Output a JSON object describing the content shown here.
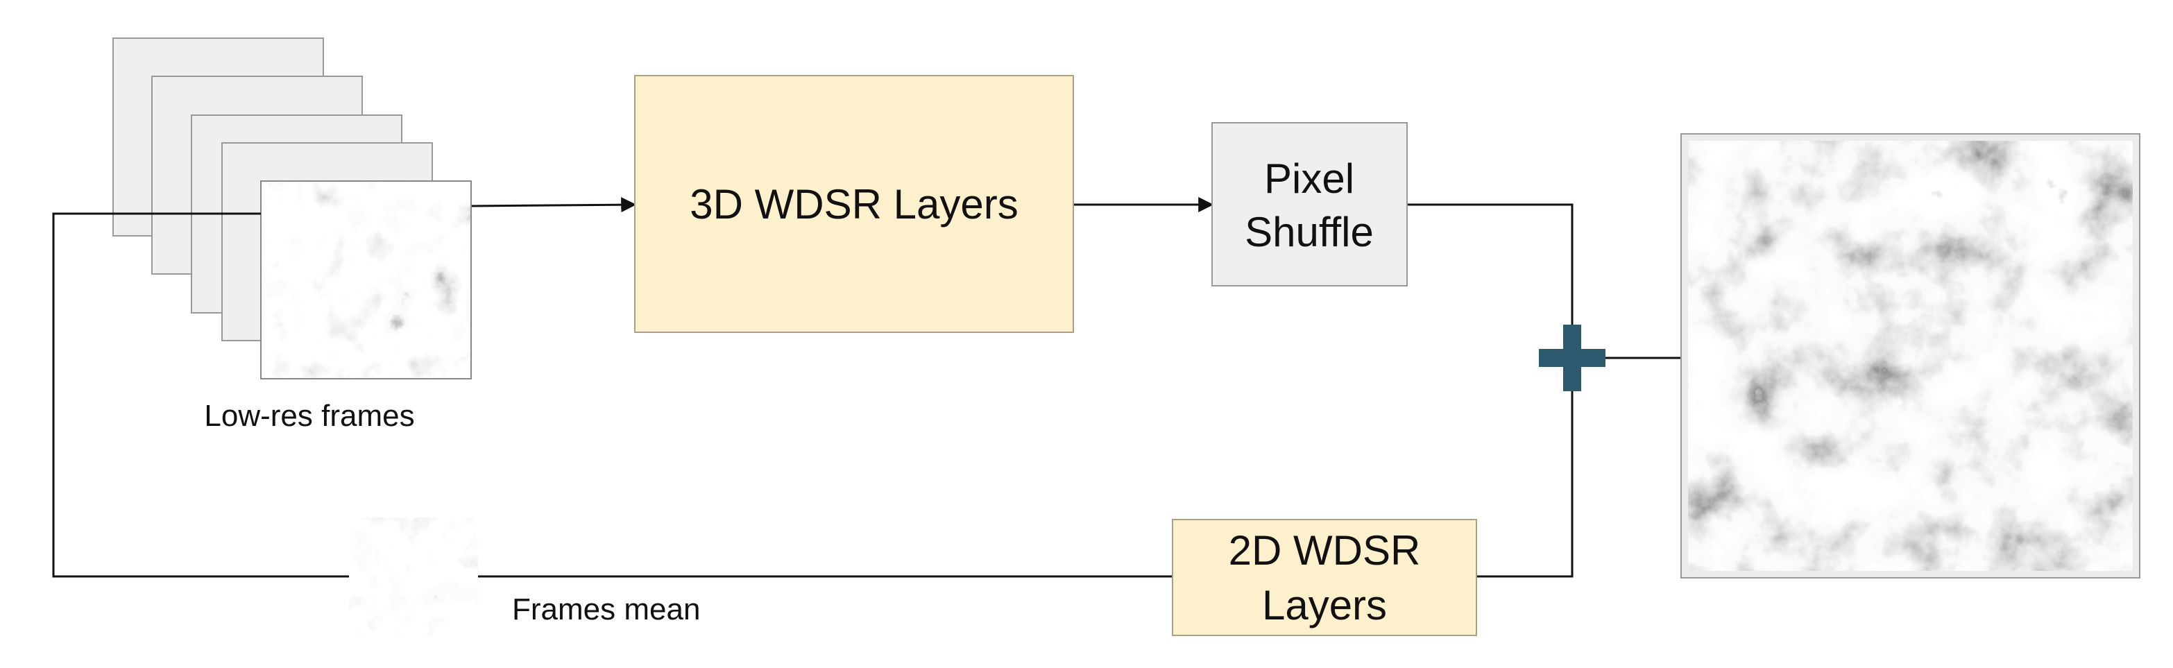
{
  "colors": {
    "stack_frame_fill": "#efefef",
    "stack_frame_stroke": "#999999",
    "wdsr_fill": "#fdf0cc",
    "wdsr_stroke": "#a89f86",
    "shuffle_fill": "#efefef",
    "shuffle_stroke": "#999999",
    "connector": "#111111",
    "plus_fill": "#2d5a6e",
    "output_frame_fill": "#ececec"
  },
  "labels": {
    "low_res_frames": "Low-res frames",
    "frames_mean": "Frames mean"
  },
  "blocks": {
    "wdsr_3d": {
      "lines": [
        "3D WDSR Layers"
      ]
    },
    "pixel_shuffle": {
      "lines": [
        "Pixel",
        "Shuffle"
      ]
    },
    "wdsr_2d": {
      "lines": [
        "2D WDSR",
        "Layers"
      ]
    }
  },
  "icons": {
    "adder": "plus-icon",
    "satellite_image": "terrain-image"
  }
}
